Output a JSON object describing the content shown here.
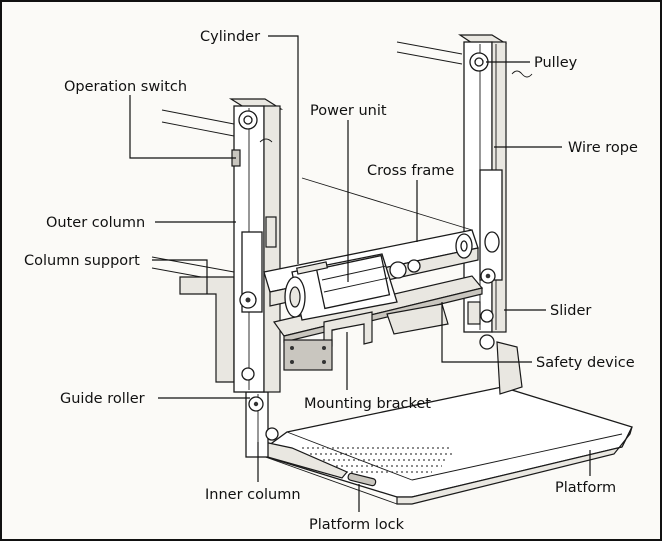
{
  "labels": {
    "cylinder": "Cylinder",
    "pulley": "Pulley",
    "operation_switch": "Operation switch",
    "power_unit": "Power unit",
    "wire_rope": "Wire rope",
    "cross_frame": "Cross frame",
    "outer_column": "Outer column",
    "column_support": "Column support",
    "slider": "Slider",
    "safety_device": "Safety device",
    "guide_roller": "Guide roller",
    "mounting_bracket": "Mounting bracket",
    "inner_column": "Inner column",
    "platform": "Platform",
    "platform_lock": "Platform lock"
  },
  "colors": {
    "line": "#111111",
    "frame_border": "#111111",
    "background": "#fbfaf7"
  }
}
